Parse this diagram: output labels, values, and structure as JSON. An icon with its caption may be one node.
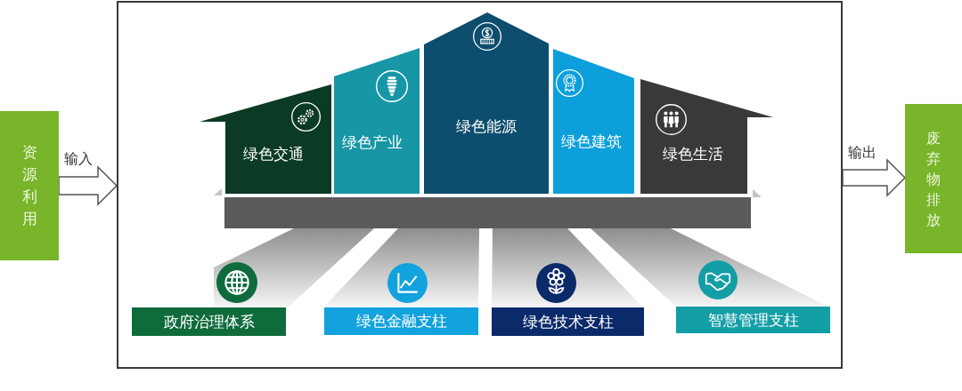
{
  "diagram": {
    "nodes": [
      {
        "text": [
          "资源利用"
        ]
      },
      {
        "text": [],
        "shape": "box"
      },
      {
        "text": [
          "绿色交通"
        ],
        "in": 1
      },
      {
        "text": [
          "绿色产业"
        ],
        "in": 1
      },
      {
        "text": [
          "绿色能源"
        ],
        "in": 1
      },
      {
        "text": [
          "绿色建筑"
        ],
        "in": 1
      },
      {
        "text": [
          "绿色生活"
        ],
        "in": 1
      },
      {
        "text": [
          "政府治理体系"
        ],
        "in": 1
      },
      {
        "text": [
          "绿色金融支柱"
        ],
        "in": 1
      },
      {
        "text": [
          "绿色技术支柱"
        ],
        "in": 1
      },
      {
        "text": [
          "智慧管理支柱"
        ],
        "in": 1
      },
      {
        "text": [
          "废弃物排放"
        ]
      }
    ],
    "edges": [
      {
        "from": 0,
        "to": 1,
        "arrow": "to",
        "label": "输入"
      },
      {
        "from": 1,
        "to": 11,
        "arrow": "to",
        "label": "输出"
      }
    ]
  }
}
